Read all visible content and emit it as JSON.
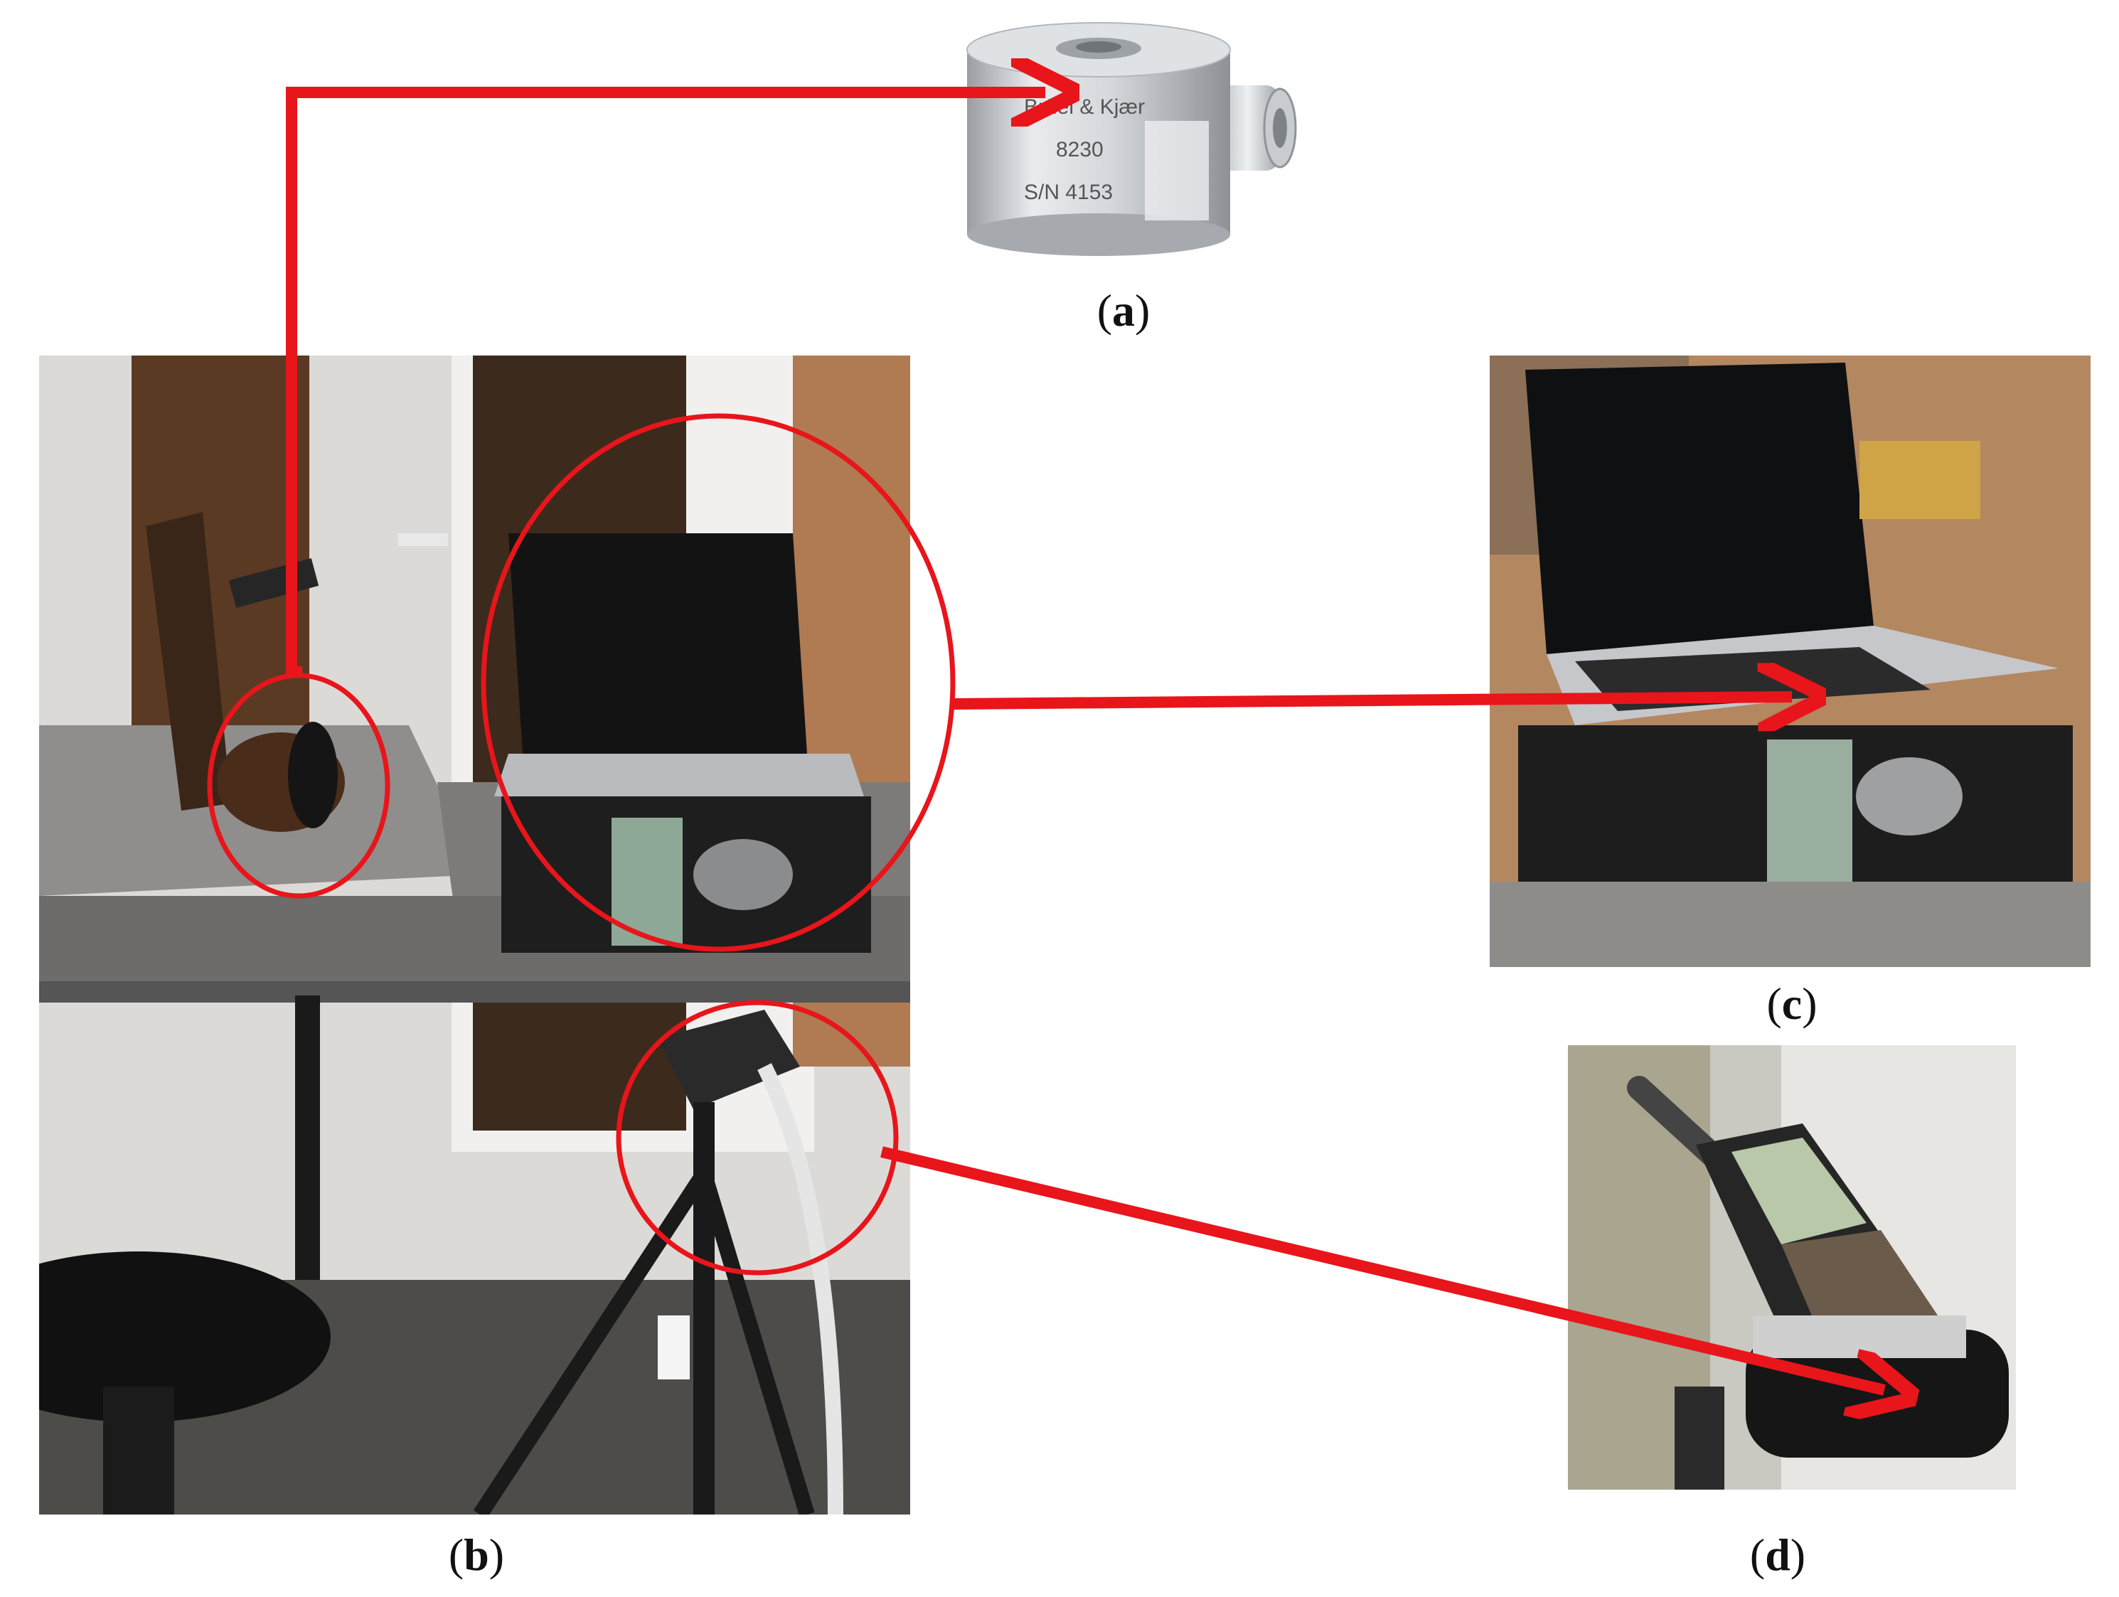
{
  "accelerometer": {
    "brand_text": "Brüel & Kjær",
    "model_text": "8230",
    "serial_text": "S/N 4153"
  },
  "captions": {
    "a": "a",
    "b": "b",
    "c": "c",
    "d": "d"
  },
  "colors": {
    "highlight": "#e8151b",
    "background": "#ffffff"
  }
}
